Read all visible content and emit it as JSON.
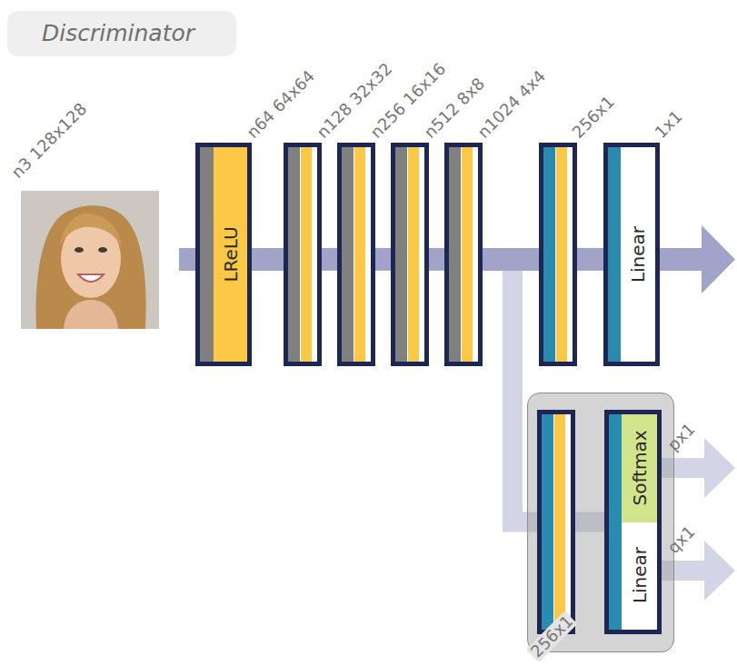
{
  "diagram": {
    "title": "Discriminator",
    "nodes": [
      {
        "text": [
          "n64 64x64",
          "LReLU"
        ]
      },
      {
        "text": [
          "n128 32x32"
        ]
      },
      {
        "text": [
          "n256 16x16"
        ]
      },
      {
        "text": [
          "n512 8x8"
        ]
      },
      {
        "text": [
          "n1024 4x4"
        ]
      },
      {
        "text": [
          "256x1"
        ]
      },
      {
        "text": [
          "1x1",
          "Linear"
        ]
      },
      {
        "text": [
          "256x1"
        ]
      },
      {
        "text": [
          "Softmax",
          "Linear"
        ],
        "in": 7
      }
    ],
    "edges": [
      {
        "from": 0,
        "to": 1,
        "arrow": "none"
      },
      {
        "from": 1,
        "to": 2,
        "arrow": "none"
      },
      {
        "from": 2,
        "to": 3,
        "arrow": "none"
      },
      {
        "from": 3,
        "to": 4,
        "arrow": "none"
      },
      {
        "from": 4,
        "to": 5,
        "arrow": "none"
      },
      {
        "from": 5,
        "to": 6,
        "arrow": "none"
      },
      {
        "from": 4,
        "to": 8,
        "arrow": "none"
      }
    ],
    "labels": [
      "n3 128x128",
      "px1",
      "qx1"
    ]
  }
}
